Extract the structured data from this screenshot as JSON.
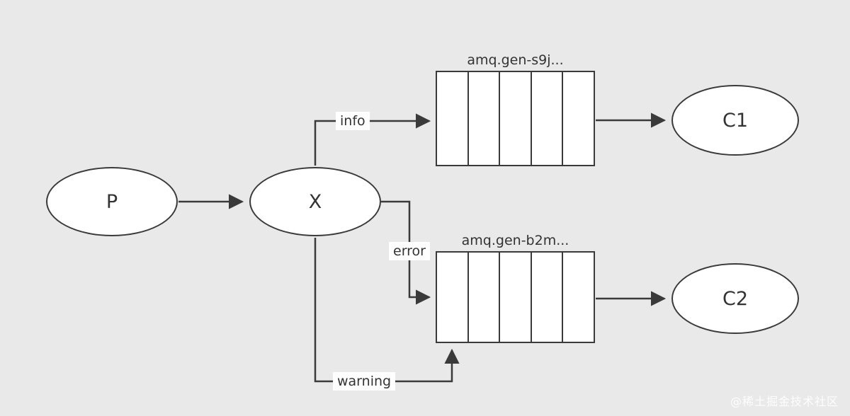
{
  "diagram": {
    "producer": {
      "label": "P"
    },
    "exchange": {
      "label": "X"
    },
    "consumers": [
      {
        "label": "C1"
      },
      {
        "label": "C2"
      }
    ],
    "queues": [
      {
        "title": "amq.gen-s9j...",
        "cells": 5
      },
      {
        "title": "amq.gen-b2m...",
        "cells": 5
      }
    ],
    "edges": {
      "info": {
        "label": "info"
      },
      "error": {
        "label": "error"
      },
      "warning": {
        "label": "warning"
      }
    },
    "watermark": "@稀土掘金技术社区",
    "colors": {
      "background": "#e9e9e9",
      "stroke": "#3a3a3a",
      "node_fill": "#ffffff",
      "label_background": "#ffffff",
      "watermark_text": "#ffffff"
    }
  }
}
